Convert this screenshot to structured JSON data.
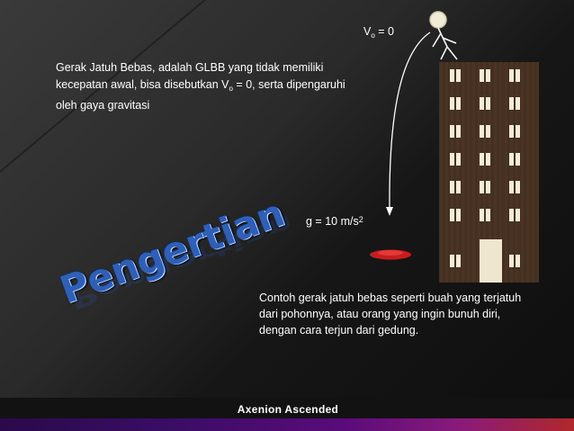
{
  "slide": {
    "title": "Pengertian",
    "definition": "Gerak Jatuh Bebas, adalah GLBB yang tidak memiliki kecepatan awal, bisa disebutkan V",
    "definition_sub": "o",
    "definition_tail": " = 0, serta dipengaruhi oleh gaya gravitasi",
    "v0_label": "V",
    "v0_sub": "o",
    "v0_tail": " = 0",
    "g_label": "g = 10 m/s",
    "g_sup": "2",
    "example": "Contoh gerak jatuh bebas seperti buah yang terjatuh dari pohonnya, atau orang yang ingin bunuh diri, dengan cara terjun dari gedung."
  },
  "footer": {
    "label": "Axenion Ascended"
  },
  "colors": {
    "building": "#4a3424",
    "window": "#f3ecd6",
    "door": "#efe6cf",
    "title_blue": "#2f5fb6",
    "splat_red": "#c71d1d",
    "footer_gradient_end": "#b0282a"
  },
  "icons": {
    "person": "stick-figure-icon",
    "building": "building-icon",
    "splat": "splat-icon",
    "arrow": "fall-arrow-icon"
  }
}
